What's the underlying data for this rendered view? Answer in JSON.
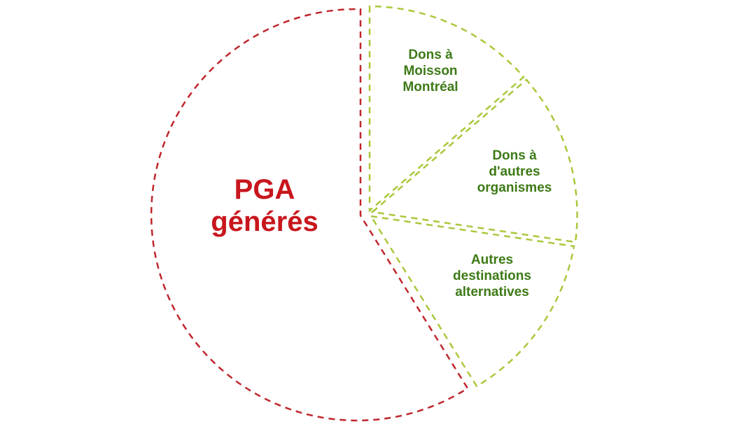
{
  "colors": {
    "red": "#c0272d",
    "green": "#a9c83c",
    "green_text": "#3d7a16",
    "red_text": "#c8161d"
  },
  "main_slice": {
    "label_lines": [
      "PGA",
      "générés"
    ]
  },
  "sub_slices": [
    {
      "label_lines": [
        "Dons à",
        "Moisson",
        "Montréal"
      ]
    },
    {
      "label_lines": [
        "Dons à",
        "d'autres",
        "organismes"
      ]
    },
    {
      "label_lines": [
        "Autres",
        "destinations",
        "alternatives"
      ]
    }
  ]
}
